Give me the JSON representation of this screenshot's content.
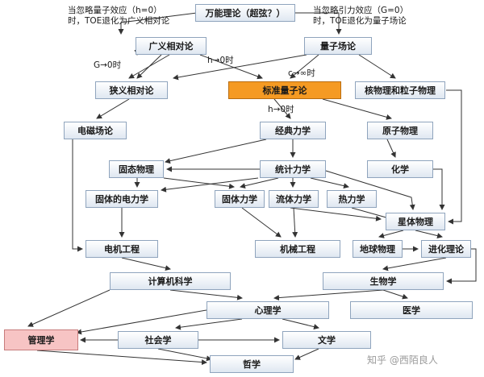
{
  "nodes": {
    "toe": "万能理论（超弦？）",
    "general_relativity": "广义相对论",
    "quantum_field_theory": "量子场论",
    "special_relativity": "狭义相对论",
    "standard_model": "标准量子论",
    "nuclear_particle": "核物理和粒子物理",
    "electromagnetism": "电磁场论",
    "classical_mechanics": "经典力学",
    "atomic_physics": "原子物理",
    "solid_state": "固态物理",
    "statistical_mechanics": "统计力学",
    "chemistry": "化学",
    "solid_electricity": "固体的电力学",
    "solid_mechanics": "固体力学",
    "fluid_mechanics": "流体力学",
    "thermodynamics": "热力学",
    "astrophysics": "星体物理",
    "electrical_engineering": "电机工程",
    "mechanical_engineering": "机械工程",
    "geophysics": "地球物理",
    "evolution": "进化理论",
    "computer_science": "计算机科学",
    "biology": "生物学",
    "psychology": "心理学",
    "medicine": "医学",
    "management": "管理学",
    "sociology": "社会学",
    "literature": "文学",
    "philosophy": "哲学"
  },
  "notes": {
    "left_line1": "当忽略量子效应（h=0）",
    "left_line2": "时，TOE退化为广义相对论",
    "right_line1": "当忽略引力效应（G=0）",
    "right_line2": "时，TOE退化为量子场论"
  },
  "edge_labels": {
    "g_zero": "G→0时",
    "h_zero_top": "h→0时",
    "c_inf": "c→∞时",
    "h_zero_mid": "h→0时"
  },
  "watermark": "知乎 @西陌良人",
  "colors": {
    "node_fill_top": "#ffffff",
    "node_fill_bottom": "#dfe7f1",
    "node_border": "#8fa4bd",
    "highlight_orange": "#f59a23",
    "highlight_pink": "#f7c4c4",
    "arrow": "#333333"
  }
}
